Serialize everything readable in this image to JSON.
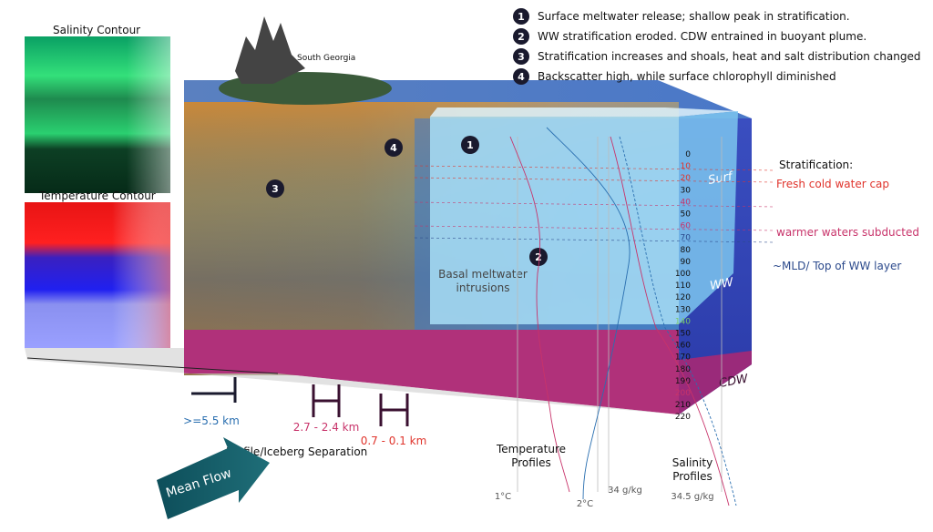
{
  "legend": [
    {
      "num": "1",
      "text": "Surface meltwater release; shallow peak in stratification."
    },
    {
      "num": "2",
      "text": "WW stratification eroded. CDW entrained in buoyant plume."
    },
    {
      "num": "3",
      "text": "Stratification increases and shoals, heat and salt distribution changed"
    },
    {
      "num": "4",
      "text": "Backscatter high, while surface chlorophyll diminished"
    }
  ],
  "island": "South Georgia",
  "salinity_title": "Salinity Contour",
  "temperature_title": "Temperature Contour",
  "stratification_title": "Stratification:",
  "strat_labels": [
    {
      "text": "Fresh cold water cap",
      "color": "#e0342c"
    },
    {
      "text": "warmer waters subducted",
      "color": "#c8336a"
    },
    {
      "text": "~MLD/ Top of WW layer",
      "color": "#2c4a8c"
    }
  ],
  "layers": [
    "Surf",
    "WW",
    "CDW"
  ],
  "depths": [
    "0",
    "10",
    "20",
    "30",
    "40",
    "50",
    "60",
    "70",
    "80",
    "90",
    "100",
    "110",
    "120",
    "130",
    "140",
    "150",
    "160",
    "170",
    "180",
    "190",
    "200",
    "210",
    "220"
  ],
  "depth_colors": {
    "10": "#e0342c",
    "20": "#e0342c",
    "40": "#c8336a",
    "60": "#c8336a",
    "70": "#2c4a8c",
    "140": "#7ac96a",
    "200": "#c8336a"
  },
  "basal_label": "Basal meltwater\nintrusions",
  "separations": [
    {
      "text": ">=5.5 km",
      "color": "#2a6fb0"
    },
    {
      "text": "2.7 - 2.4 km",
      "color": "#c8336a"
    },
    {
      "text": "0.7 - 0.1 km",
      "color": "#e0342c"
    }
  ],
  "separation_title": "Profile/Iceberg Separation",
  "mean_flow": "Mean Flow",
  "temp_profiles": "Temperature\nProfiles",
  "sal_profiles": "Salinity\nProfiles",
  "temp_ticks": [
    "1°C",
    "2°C"
  ],
  "sal_ticks": [
    "34 g/kg",
    "34.5 g/kg"
  ],
  "markers": [
    "1",
    "2",
    "3",
    "4"
  ]
}
